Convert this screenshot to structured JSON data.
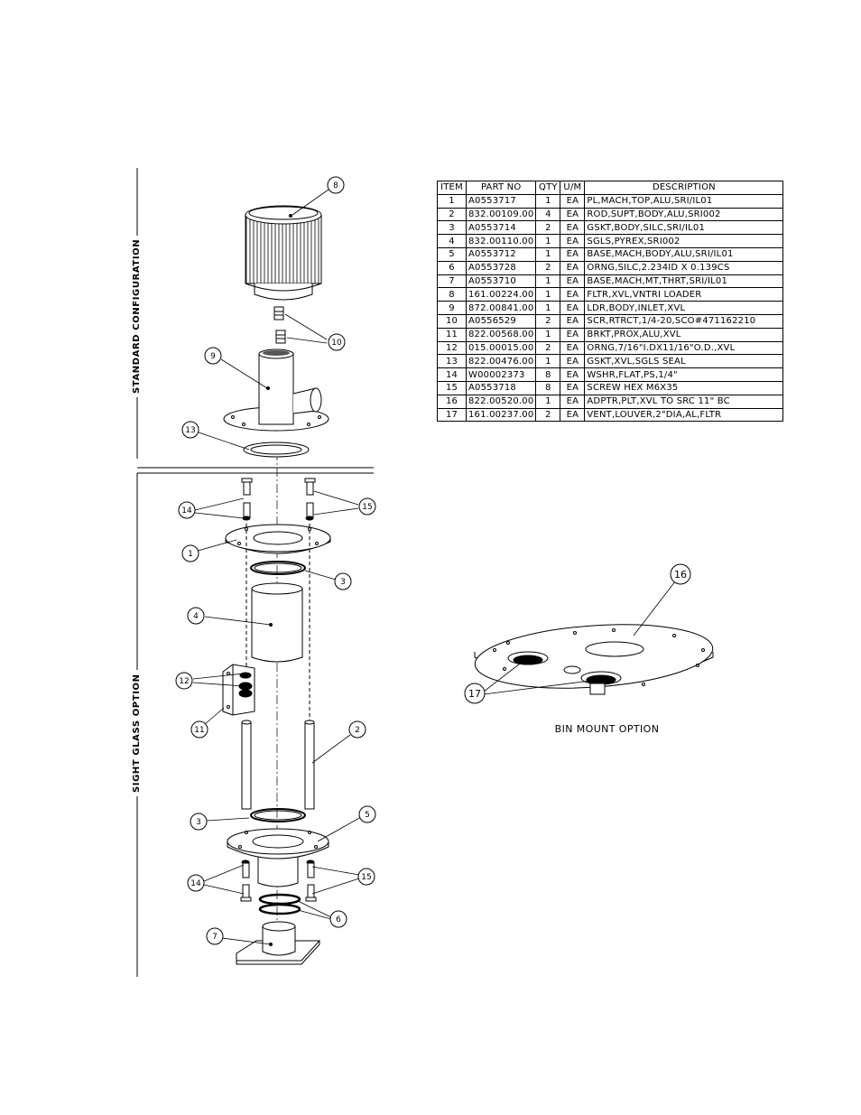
{
  "sections": {
    "standard": "STANDARD CONFIGURATION",
    "sight_glass": "SIGHT GLASS OPTION"
  },
  "bom": {
    "headers": [
      "ITEM",
      "PART NO",
      "QTY",
      "U/M",
      "DESCRIPTION"
    ],
    "rows": [
      [
        "1",
        "A0553717",
        "1",
        "EA",
        "PL,MACH,TOP,ALU,SRI/IL01"
      ],
      [
        "2",
        "832.00109.00",
        "4",
        "EA",
        "ROD,SUPT,BODY,ALU,SRI002"
      ],
      [
        "3",
        "A0553714",
        "2",
        "EA",
        "GSKT,BODY,SILC,SRI/IL01"
      ],
      [
        "4",
        "832.00110.00",
        "1",
        "EA",
        "SGLS,PYREX,SRI002"
      ],
      [
        "5",
        "A0553712",
        "1",
        "EA",
        "BASE,MACH,BODY,ALU,SRI/IL01"
      ],
      [
        "6",
        "A0553728",
        "2",
        "EA",
        "ORNG,SILC,2.234ID X 0.139CS"
      ],
      [
        "7",
        "A0553710",
        "1",
        "EA",
        "BASE,MACH,MT,THRT,SRI/IL01"
      ],
      [
        "8",
        "161.00224.00",
        "1",
        "EA",
        "FLTR,XVL,VNTRI LOADER"
      ],
      [
        "9",
        "872.00841.00",
        "1",
        "EA",
        "LDR,BODY,INLET,XVL"
      ],
      [
        "10",
        "A0556529",
        "2",
        "EA",
        "SCR,RTRCT,1/4-20,SCO#471162210"
      ],
      [
        "11",
        "822.00568.00",
        "1",
        "EA",
        "BRKT,PROX,ALU,XVL"
      ],
      [
        "12",
        "015.00015.00",
        "2",
        "EA",
        "ORNG,7/16\"I.DX11/16\"O.D.,XVL"
      ],
      [
        "13",
        "822.00476.00",
        "1",
        "EA",
        "GSKT,XVL,SGLS SEAL"
      ],
      [
        "14",
        "W00002373",
        "8",
        "EA",
        "WSHR,FLAT,PS,1/4\""
      ],
      [
        "15",
        "A0553718",
        "8",
        "EA",
        "SCREW HEX M6X35"
      ],
      [
        "16",
        "822.00520.00",
        "1",
        "EA",
        "ADPTR,PLT,XVL TO SRC 11\" BC"
      ],
      [
        "17",
        "161.00237.00",
        "2",
        "EA",
        "VENT,LOUVER,2\"DIA,AL,FLTR"
      ]
    ]
  },
  "balloons": {
    "b8": "8",
    "b10": "10",
    "b9": "9",
    "b13": "13",
    "b14a": "14",
    "b15a": "15",
    "b1": "1",
    "b3a": "3",
    "b4": "4",
    "b12": "12",
    "b11": "11",
    "b2": "2",
    "b3b": "3",
    "b5": "5",
    "b14b": "14",
    "b15b": "15",
    "b6": "6",
    "b7": "7",
    "b16": "16",
    "b17": "17"
  },
  "bin_mount_caption": "BIN MOUNT OPTION"
}
